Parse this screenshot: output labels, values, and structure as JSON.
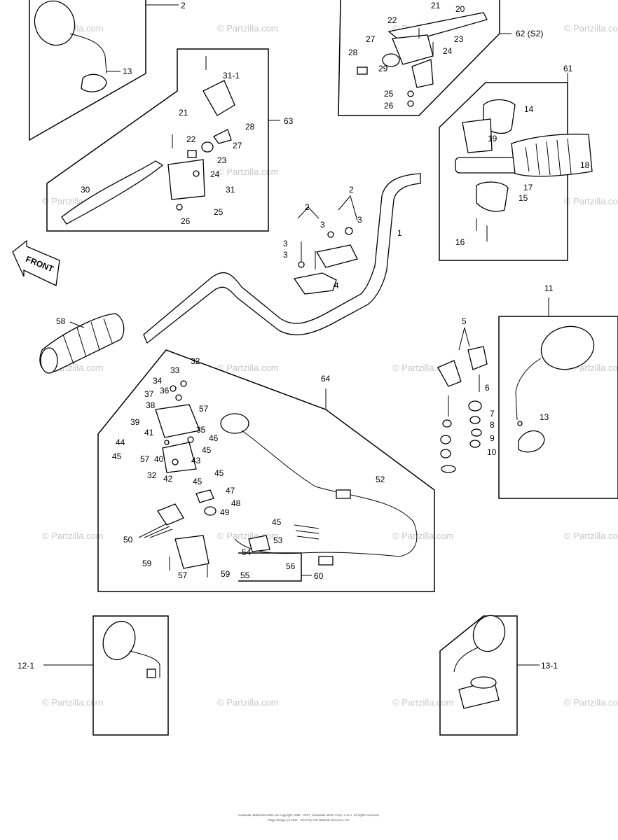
{
  "watermark": "© Partzilla.com",
  "front_label": "FRONT",
  "footer": {
    "line1": "Kawasaki Materials within as copyright 1985 - 2017, Kawasaki Motor Corp. U.S.A. All rights reserved.",
    "line2": "Page design (c) 2011 - 2017 by ARI Network Services, Inc."
  },
  "callouts": {
    "c1": "1",
    "c2": "2",
    "c2b": "2",
    "c2c": "2",
    "c3a": "3",
    "c3b": "3",
    "c3c": "3",
    "c3d": "3",
    "c4": "4",
    "c5": "5",
    "c6": "6",
    "c7": "7",
    "c8": "8",
    "c9": "9",
    "c10": "10",
    "c11": "11",
    "c12_1": "12-1",
    "c13a": "13",
    "c13b": "13",
    "c13_1": "13-1",
    "c14": "14",
    "c15": "15",
    "c16": "16",
    "c17": "17",
    "c18": "18",
    "c19": "19",
    "c20": "20",
    "c21a": "21",
    "c21b": "21",
    "c22a": "22",
    "c22b": "22",
    "c23a": "23",
    "c23b": "23",
    "c24a": "24",
    "c24b": "24",
    "c25a": "25",
    "c25b": "25",
    "c26a": "26",
    "c26b": "26",
    "c27a": "27",
    "c27b": "27",
    "c28a": "28",
    "c28b": "28",
    "c29": "29",
    "c30": "30",
    "c31": "31",
    "c31_1": "31-1",
    "c32a": "32",
    "c32b": "32",
    "c33": "33",
    "c34": "34",
    "c35": "35",
    "c36": "36",
    "c37": "37",
    "c38": "38",
    "c39": "39",
    "c40": "40",
    "c41": "41",
    "c42": "42",
    "c43": "43",
    "c44": "44",
    "c45a": "45",
    "c45b": "45",
    "c45c": "45",
    "c45d": "45",
    "c45e": "45",
    "c46": "46",
    "c47": "47",
    "c48": "48",
    "c49": "49",
    "c50": "50",
    "c52": "52",
    "c53": "53",
    "c54": "54",
    "c55": "55",
    "c56": "56",
    "c57a": "57",
    "c57b": "57",
    "c57c": "57",
    "c58": "58",
    "c59a": "59",
    "c59b": "59",
    "c60": "60",
    "c61": "61",
    "c62": "62 (S2)",
    "c63": "63",
    "c64": "64"
  }
}
